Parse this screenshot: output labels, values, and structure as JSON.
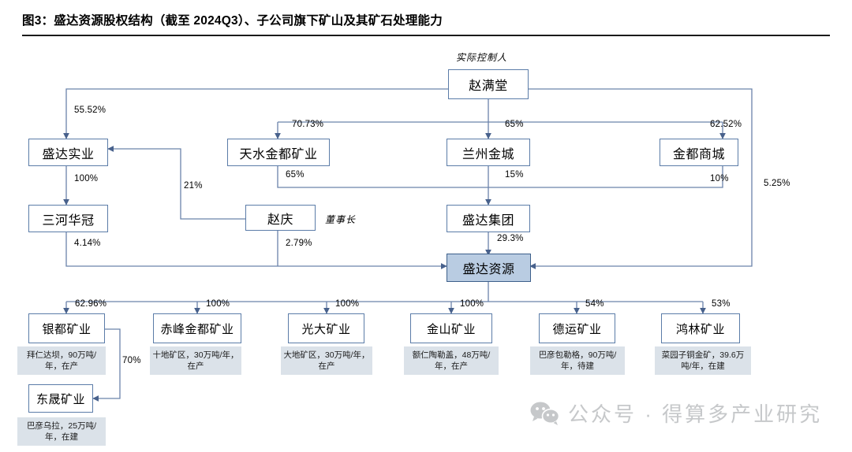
{
  "title": "图3：盛达资源股权结构（截至 2024Q3）、子公司旗下矿山及其矿石处理能力",
  "labels": {
    "actual_controller": "实际控制人",
    "chairman": "董事长"
  },
  "nodes": {
    "zhao_mantang": "赵满堂",
    "shengda_shiye": "盛达实业",
    "tianshui_jindu": "天水金都矿业",
    "lanzhou_jincheng": "兰州金城",
    "jindu_shangcheng": "金都商城",
    "sanhe_huaguan": "三河华冠",
    "zhao_qing": "赵庆",
    "shengda_jituan": "盛达集团",
    "shengda_ziyuan": "盛达资源",
    "yindu": "银都矿业",
    "chifeng_jindu": "赤峰金都矿业",
    "guangda": "光大矿业",
    "jinshan": "金山矿业",
    "deyun": "德运矿业",
    "honglin": "鸿林矿业",
    "dongsheng": "东晟矿业"
  },
  "captions": {
    "yindu": "拜仁达坝，90万吨/年，在产",
    "chifeng_jindu": "十地矿区，30万吨/年，在产",
    "guangda": "大地矿区，30万吨/年，在产",
    "jinshan": "额仁陶勒盖，48万吨/年，在产",
    "deyun": "巴彦包勒格，90万吨/年，待建",
    "honglin": "菜园子铜金矿，39.6万吨/年，在建",
    "dongsheng": "巴彦乌拉，25万吨/年，在建"
  },
  "percents": {
    "zm_to_shiye": "55.52%",
    "zm_to_tianshui": "70.73%",
    "zm_to_lanzhou": "65%",
    "zm_to_jindushang": "62.52%",
    "zm_to_ziyuan": "5.25%",
    "shiye_to_sanhe": "100%",
    "zhaoqing_to_shiye": "21%",
    "tianshui_to_jituan": "65%",
    "lanzhou_to_jituan": "15%",
    "jindushang_to_jituan": "10%",
    "sanhe_to_ziyuan": "4.14%",
    "zhaoqing_to_ziyuan": "2.79%",
    "jituan_to_ziyuan": "29.3%",
    "ziyuan_to_yindu": "62.96%",
    "ziyuan_to_chifeng": "100%",
    "ziyuan_to_guangda": "100%",
    "ziyuan_to_jinshan": "100%",
    "ziyuan_to_deyun": "54%",
    "ziyuan_to_honglin": "53%",
    "yindu_to_dongsheng": "70%"
  },
  "watermark": {
    "icon": "wechat-icon",
    "text": "公众号 · 得算多产业研究"
  },
  "colors": {
    "wire": "#6b83ab",
    "node_border": "#5b7ca8",
    "accent_fill": "#b9cce2",
    "caption_fill": "#dbe2e9",
    "watermark": "#c6c8ca"
  }
}
